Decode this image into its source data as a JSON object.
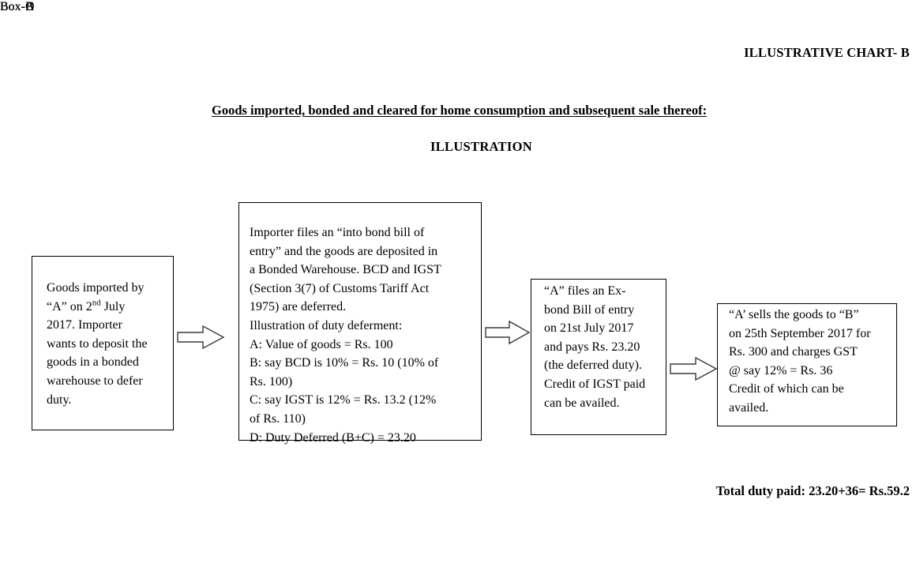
{
  "document": {
    "chart_title": "ILLUSTRATIVE CHART- B",
    "heading": "Goods imported, bonded and cleared for home consumption and subsequent sale thereof:",
    "subtitle": "ILLUSTRATION",
    "total_line": "Total duty paid: 23.20+36= Rs.59.2"
  },
  "boxes": {
    "a": {
      "label": "Box-A",
      "lines": [
        "Goods imported by",
        "“A” on 2nd July",
        "2017. Importer",
        "wants to deposit the",
        "goods in a bonded",
        "warehouse to defer",
        "duty."
      ],
      "text": "Goods imported by “A” on 2nd July 2017. Importer wants to deposit the goods in a bonded warehouse to defer duty.",
      "date": "2nd July 2017",
      "party": "A"
    },
    "b": {
      "label": "Box-B",
      "lines": [
        "Importer files an “into bond bill of",
        "entry” and the goods are deposited in",
        "a Bonded Warehouse. BCD and IGST",
        "(Section 3(7) of Customs Tariff Act",
        "1975) are deferred.",
        "Illustration of duty deferment:",
        "A: Value of goods = Rs. 100",
        "B: say BCD is 10% = Rs. 10 (10% of",
        "Rs. 100)",
        "C: say IGST is 12% = Rs. 13.2 (12%",
        "of Rs. 110)",
        "D: Duty Deferred (B+C) = 23.20"
      ],
      "paragraph": "Importer files an “into bond bill of entry” and the goods are deposited in a Bonded Warehouse. BCD and IGST (Section 3(7) of Customs Tariff Act 1975) are deferred.",
      "deferment_heading": "Illustration of duty deferment:",
      "deferment_items": [
        "A: Value of goods = Rs. 100",
        "B: say BCD is 10% = Rs. 10 (10% of Rs. 100)",
        "C: say IGST is 12% = Rs. 13.2 (12% of Rs. 110)",
        "D: Duty Deferred (B+C) = 23.20"
      ],
      "values": {
        "value_of_goods": "Rs. 100",
        "bcd_rate": "10%",
        "bcd_amount": "Rs. 10",
        "igst_rate": "12%",
        "igst_amount": "Rs. 13.2",
        "igst_base": "Rs. 110",
        "duty_deferred": "23.20"
      }
    },
    "c": {
      "label": "Box-C",
      "lines": [
        "“A” files an Ex-",
        "bond Bill of entry",
        "on 21st July 2017",
        "and pays Rs. 23.20",
        "(the deferred duty).",
        "Credit of IGST paid",
        "can be availed."
      ],
      "text": "“A” files an Ex-bond Bill of entry on 21st July 2017 and pays Rs. 23.20 (the deferred duty). Credit of IGST paid can be availed.",
      "date": "21st July 2017",
      "amount_paid": "Rs. 23.20"
    },
    "d": {
      "label": "Box-D",
      "lines": [
        "“A’ sells the goods to “B”",
        "on 25th September 2017 for",
        "Rs. 300 and charges GST",
        "@ say 12% = Rs. 36",
        "Credit of which can be",
        "availed."
      ],
      "text": "“A’ sells the goods to “B” on 25th September 2017 for Rs. 300 and charges GST @ say 12% = Rs. 36 Credit of which can be availed.",
      "date": "25th September 2017",
      "sale_value": "Rs. 300",
      "gst_rate": "12%",
      "gst_amount": "Rs. 36"
    }
  },
  "arrows": [
    {
      "name": "arrow-a-to-b",
      "from": "Box-A",
      "to": "Box-B"
    },
    {
      "name": "arrow-b-to-c",
      "from": "Box-B",
      "to": "Box-C"
    },
    {
      "name": "arrow-c-to-d",
      "from": "Box-C",
      "to": "Box-D"
    }
  ],
  "colors": {
    "background": "#ffffff",
    "text": "#000000",
    "box_border": "#000000",
    "arrow_stroke": "#000000",
    "arrow_fill": "#ffffff"
  }
}
